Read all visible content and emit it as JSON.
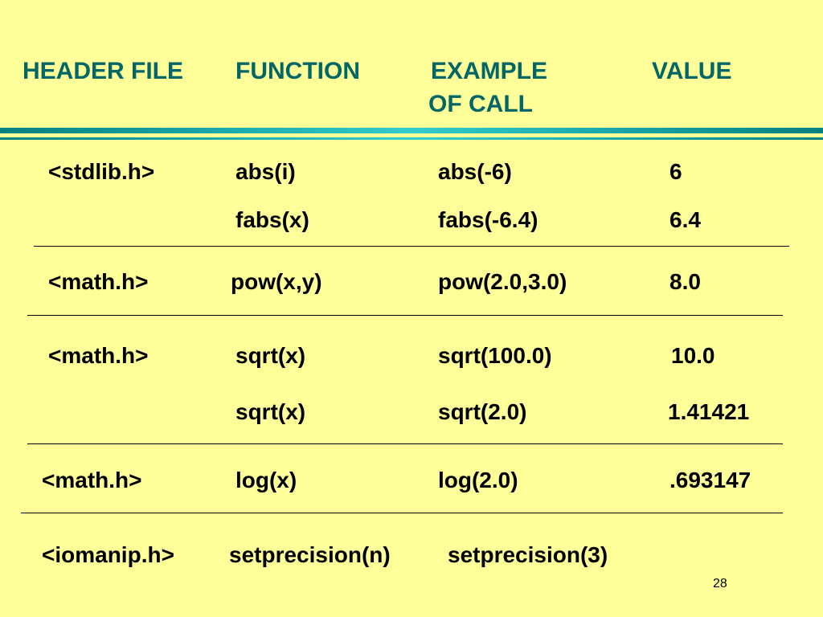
{
  "headers": {
    "header_file": "HEADER FILE",
    "function": "FUNCTION",
    "example_line1": "EXAMPLE",
    "example_line2": "OF CALL",
    "value": "VALUE"
  },
  "rows": [
    {
      "header": "<stdlib.h>",
      "function": "abs(i)",
      "example": "abs(-6)",
      "value": "6"
    },
    {
      "header": "",
      "function": "fabs(x)",
      "example": "fabs(-6.4)",
      "value": "6.4"
    },
    {
      "header": "<math.h>",
      "function": "pow(x,y)",
      "example": "pow(2.0,3.0)",
      "value": "8.0"
    },
    {
      "header": "<math.h>",
      "function": "sqrt(x)",
      "example": "sqrt(100.0)",
      "value": "10.0"
    },
    {
      "header": "",
      "function": "sqrt(x)",
      "example": "sqrt(2.0)",
      "value": "1.41421"
    },
    {
      "header": "<math.h>",
      "function": "log(x)",
      "example": "log(2.0)",
      "value": ".693147"
    },
    {
      "header": "<iomanip.h>",
      "function": "setprecision(n)",
      "example": "setprecision(3)",
      "value": ""
    }
  ],
  "page_number": "28",
  "colors": {
    "background": "#ffff99",
    "header_text": "#006666",
    "band_dark": "#007777",
    "band_light": "#33cccc"
  }
}
